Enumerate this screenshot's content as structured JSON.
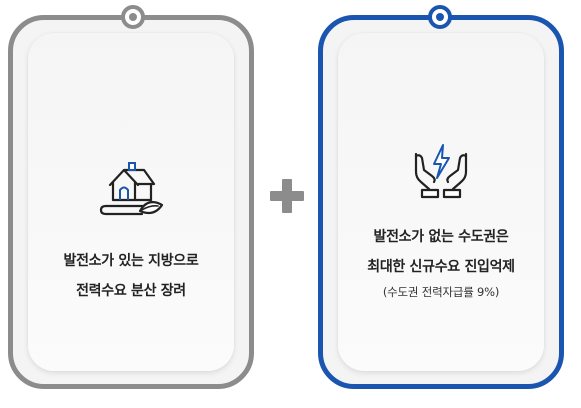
{
  "left_card": {
    "icon": "house-leaf-icon",
    "line1": "발전소가 있는 지방으로",
    "line2": "전력수요 분산 장려",
    "border_color": "#8c8c8c"
  },
  "right_card": {
    "icon": "hands-lightning-icon",
    "line1": "발전소가 없는 수도권은",
    "line2": "최대한 신규수요 진입억제",
    "note": "(수도권 전력자급률 9%)",
    "border_color": "#1a56b0"
  },
  "connector": {
    "icon": "plus-icon",
    "color": "#8c8c8c"
  }
}
